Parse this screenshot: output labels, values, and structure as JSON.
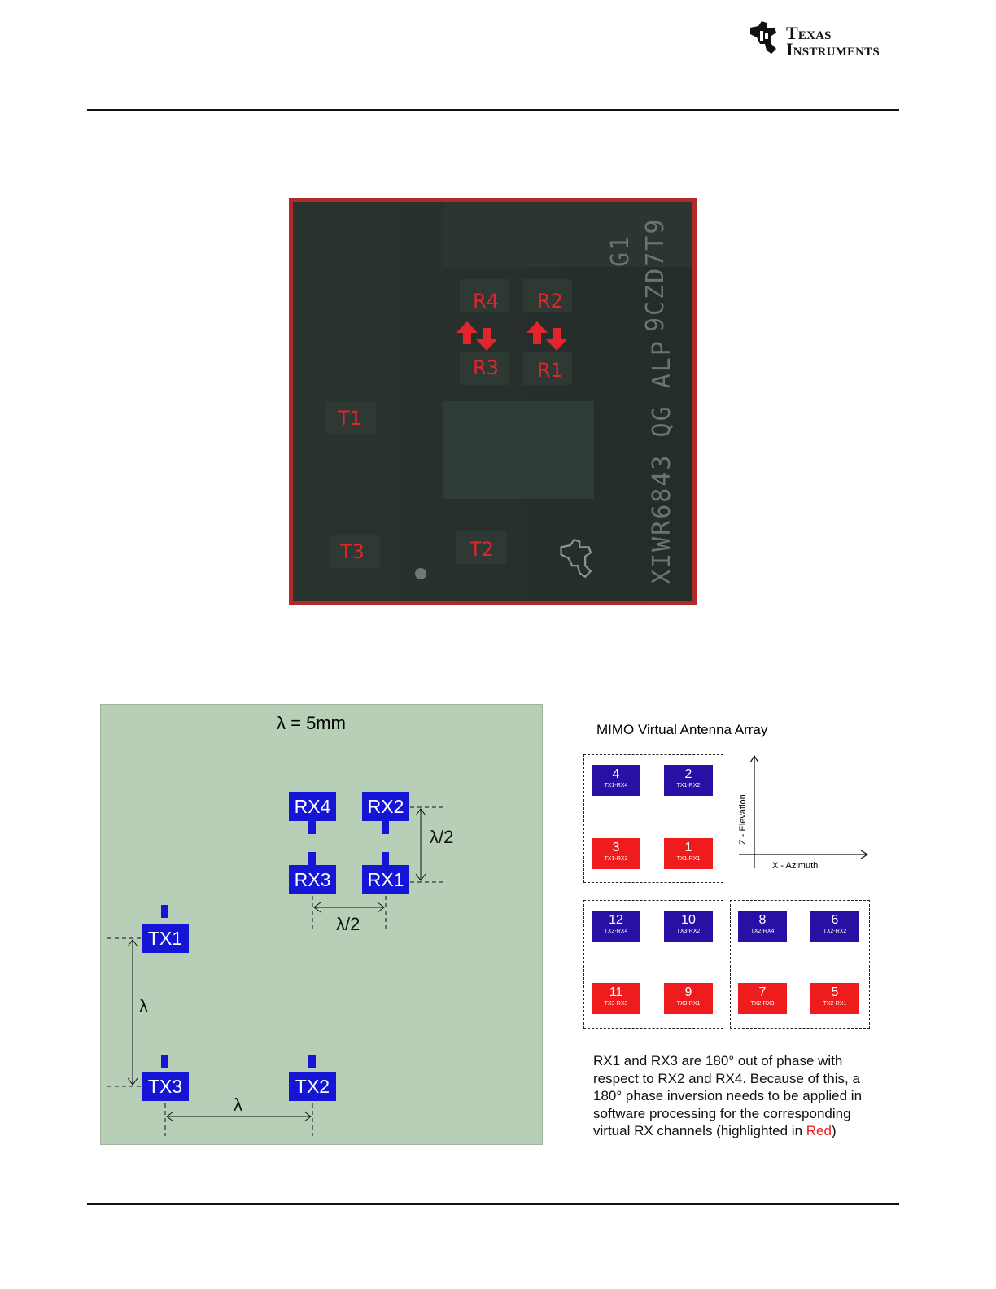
{
  "header": {
    "logo_line1": "Texas",
    "logo_line2": "Instruments"
  },
  "chip_photo": {
    "antenna_labels": [
      "R4",
      "R2",
      "R3",
      "R1",
      "T1",
      "T3",
      "T2"
    ],
    "marking_line1": "G1",
    "marking_line2": "9CZD7T9",
    "marking_line3": "XIWR6843 QG ALP"
  },
  "antenna_diagram": {
    "title": "λ = 5mm",
    "rx": [
      "RX4",
      "RX2",
      "RX3",
      "RX1"
    ],
    "tx": [
      "TX1",
      "TX3",
      "TX2"
    ],
    "half_lambda_v": "λ/2",
    "half_lambda_h": "λ/2",
    "lambda_v": "λ",
    "lambda_h": "λ"
  },
  "virtual_array": {
    "title": "MIMO  Virtual Antenna Array",
    "axis_z": "Z - Elevation",
    "axis_x": "X - Azimuth",
    "cells": [
      {
        "n": "4",
        "s": "TX1-RX4",
        "color": "blue"
      },
      {
        "n": "2",
        "s": "TX1-RX2",
        "color": "blue"
      },
      {
        "n": "3",
        "s": "TX1-RX3",
        "color": "red"
      },
      {
        "n": "1",
        "s": "TX1-RX1",
        "color": "red"
      },
      {
        "n": "12",
        "s": "TX3-RX4",
        "color": "blue"
      },
      {
        "n": "10",
        "s": "TX3-RX2",
        "color": "blue"
      },
      {
        "n": "11",
        "s": "TX3-RX3",
        "color": "red"
      },
      {
        "n": "9",
        "s": "TX3-RX1",
        "color": "red"
      },
      {
        "n": "8",
        "s": "TX2-RX4",
        "color": "blue"
      },
      {
        "n": "6",
        "s": "TX2-RX2",
        "color": "blue"
      },
      {
        "n": "7",
        "s": "TX2-RX3",
        "color": "red"
      },
      {
        "n": "5",
        "s": "TX2-RX1",
        "color": "red"
      }
    ],
    "note_lines": [
      "RX1 and RX3 are 180° out of phase with",
      "respect to RX2 and RX4. Because of this, a",
      "180° phase inversion needs to be applied in",
      "software processing for the corresponding"
    ],
    "note_last_prefix": "virtual RX channels (highlighted in ",
    "note_last_red": "Red",
    "note_last_suffix": ")",
    "colors": {
      "blue": "#2a0fa5",
      "red": "#ee1c1c"
    }
  }
}
